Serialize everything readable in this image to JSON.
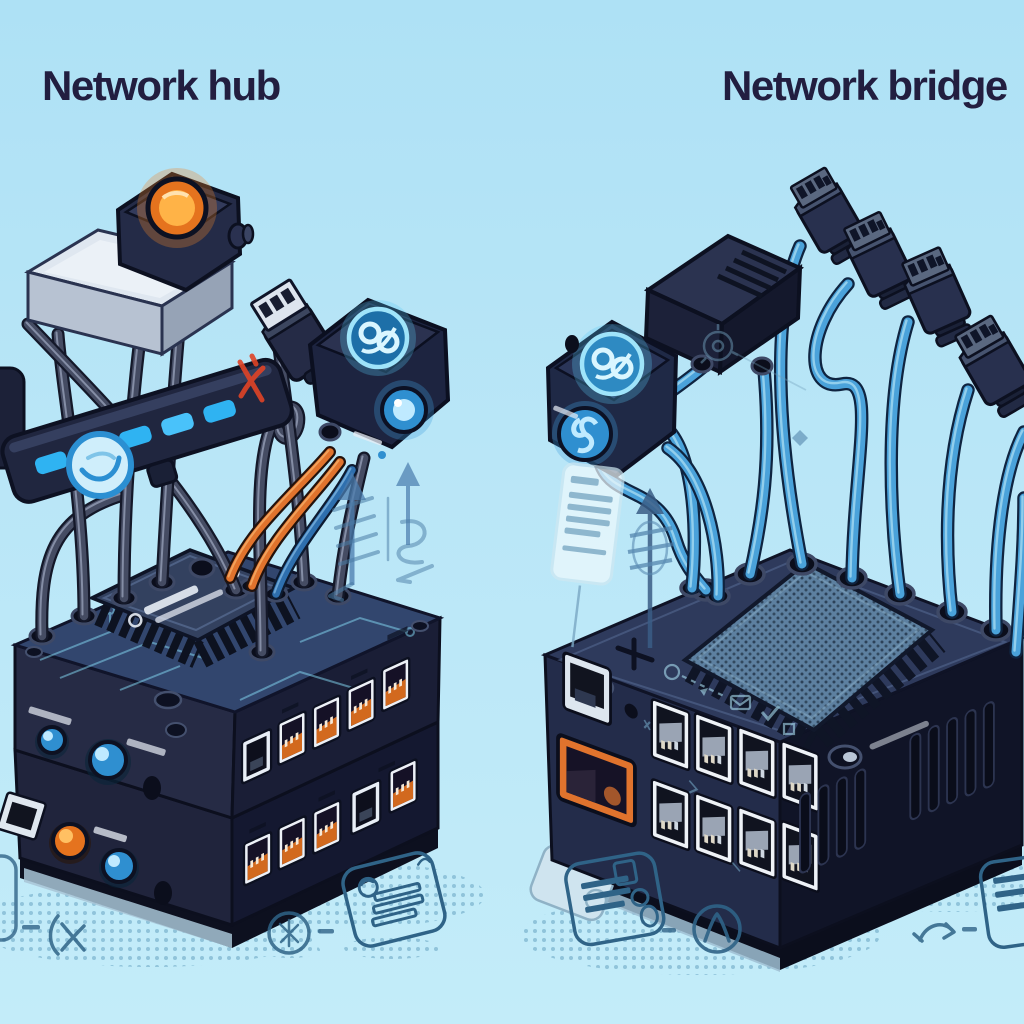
{
  "titles": {
    "left": "Network hub",
    "right": "Network bridge"
  },
  "colors": {
    "background": "#b9e6f7",
    "title_text": "#221e40",
    "device_body": "#232c4a",
    "device_top": "#31436e",
    "heatsink": "#5d80a0",
    "cable_dark": "#454c63",
    "cable_blue": "#4aa2da",
    "cable_orange": "#e0732d",
    "port_frame": "#eef2f7",
    "port_orange": "#d2691e",
    "led_blue": "#35aeee",
    "led_orange": "#f08428",
    "emblem_glow": "#7fd9f7",
    "circuit_trace": "#86dcf6",
    "annotation_ink": "#2f6387",
    "alert_red": "#e04326"
  },
  "icons": [
    "red-x-mark-icon",
    "blue-swirl-badge-icon",
    "up-arrow-icon",
    "stacked-lines-icon",
    "s-curve-arrow-icon",
    "document-icon",
    "hatched-up-arrow-icon",
    "gear-sketch-icon",
    "circle-icon",
    "envelope-icon",
    "check-icon",
    "square-icon",
    "paren-x-sketch-icon",
    "circled-x-badge-icon",
    "ledger-badge-icon",
    "stack-badge-icon",
    "circled-lambda-icon",
    "curl-arrow-icon",
    "list-badge-icon",
    "dash-connector"
  ]
}
